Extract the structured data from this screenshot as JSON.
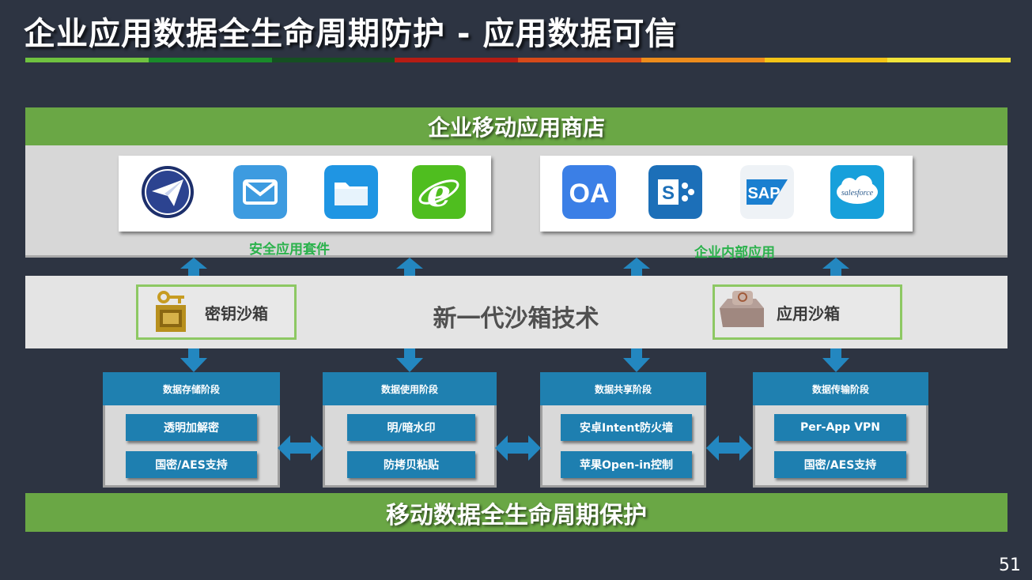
{
  "title": "企业应用数据全生命周期防护 - 应用数据可信",
  "rule_colors": [
    "#6fc240",
    "#198a2a",
    "#154f22",
    "#b51c14",
    "#d64a1a",
    "#ed8c1c",
    "#f3c417",
    "#f1e43a"
  ],
  "store": {
    "title": "企业移动应用商店",
    "suite_label": "安全应用套件",
    "internal_label": "企业内部应用",
    "suite_icons": [
      "send-app-icon",
      "mail-app-icon",
      "folder-app-icon",
      "browser-app-icon"
    ],
    "internal_icons": [
      {
        "name": "oa-app-icon",
        "text": "OA"
      },
      {
        "name": "sharepoint-app-icon",
        "text": "S"
      },
      {
        "name": "sap-app-icon",
        "text": "SAP"
      },
      {
        "name": "salesforce-app-icon",
        "text": "salesforce"
      }
    ]
  },
  "sandbox": {
    "title": "新一代沙箱技术",
    "key_sandbox": "密钥沙箱",
    "app_sandbox": "应用沙箱"
  },
  "stages": [
    {
      "header": "数据存储阶段",
      "items": [
        "透明加解密",
        "国密/AES支持"
      ]
    },
    {
      "header": "数据使用阶段",
      "items": [
        "明/暗水印",
        "防拷贝粘贴"
      ]
    },
    {
      "header": "数据共享阶段",
      "items": [
        "安卓Intent防火墙",
        "苹果Open-in控制"
      ]
    },
    {
      "header": "数据传输阶段",
      "items": [
        "Per-App VPN",
        "国密/AES支持"
      ]
    }
  ],
  "footer": "移动数据全生命周期保护",
  "page_number": "51"
}
